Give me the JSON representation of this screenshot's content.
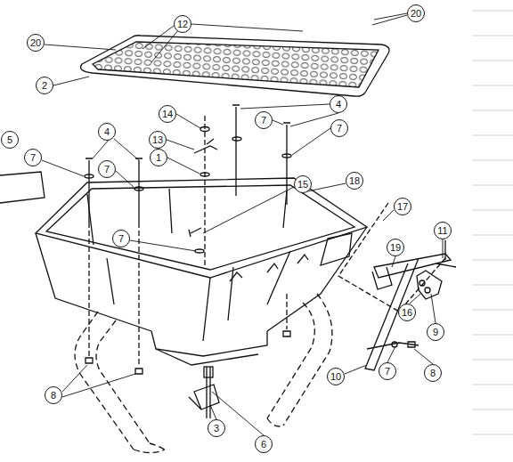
{
  "diagram": {
    "labels": [
      "20",
      "12",
      "20",
      "2",
      "14",
      "7",
      "4",
      "5",
      "4",
      "7",
      "13",
      "7",
      "1",
      "7",
      "18",
      "15",
      "17",
      "11",
      "7",
      "19",
      "16",
      "9",
      "7",
      "8",
      "10",
      "8",
      "3",
      "6"
    ]
  }
}
